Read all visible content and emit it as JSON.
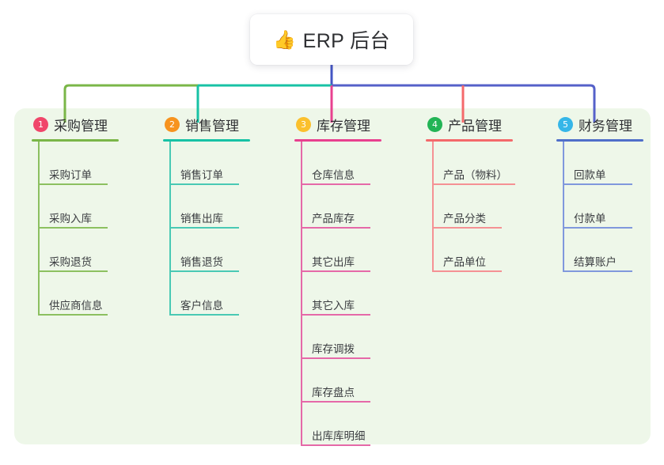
{
  "root": {
    "icon": "thumbs-up-icon",
    "emoji": "👍",
    "title": "ERP 后台"
  },
  "palette": {
    "panel_background": "#eef7e9",
    "page_background": "#ffffff",
    "stem": "#4355c4",
    "connector_left": "#7ab648",
    "connector_mid": "#17c2a5",
    "connector_right": "#5561c9"
  },
  "columns": [
    {
      "index": "1",
      "title": "采购管理",
      "badge_color": "#f0466a",
      "rule_color": "#7ab648",
      "line_color": "#8cc060",
      "items": [
        {
          "label": "采购订单"
        },
        {
          "label": "采购入库"
        },
        {
          "label": "采购退货"
        },
        {
          "label": "供应商信息"
        }
      ]
    },
    {
      "index": "2",
      "title": "销售管理",
      "badge_color": "#f7931e",
      "rule_color": "#17c2a5",
      "line_color": "#49c9b4",
      "items": [
        {
          "label": "销售订单"
        },
        {
          "label": "销售出库"
        },
        {
          "label": "销售退货"
        },
        {
          "label": "客户信息"
        }
      ]
    },
    {
      "index": "3",
      "title": "库存管理",
      "badge_color": "#fbc02d",
      "rule_color": "#e8408f",
      "line_color": "#e569a8",
      "items": [
        {
          "label": "仓库信息"
        },
        {
          "label": "产品库存"
        },
        {
          "label": "其它出库"
        },
        {
          "label": "其它入库"
        },
        {
          "label": "库存调拨"
        },
        {
          "label": "库存盘点"
        },
        {
          "label": "出库库明细"
        }
      ]
    },
    {
      "index": "4",
      "title": "产品管理",
      "badge_color": "#22b455",
      "rule_color": "#f4696b",
      "line_color": "#f59194",
      "items": [
        {
          "label": "产品（物料）"
        },
        {
          "label": "产品分类"
        },
        {
          "label": "产品单位"
        }
      ]
    },
    {
      "index": "5",
      "title": "财务管理",
      "badge_color": "#35b6e8",
      "rule_color": "#4f6fc9",
      "line_color": "#8098dd",
      "items": [
        {
          "label": "回款单"
        },
        {
          "label": "付款单"
        },
        {
          "label": "结算账户"
        }
      ]
    }
  ]
}
